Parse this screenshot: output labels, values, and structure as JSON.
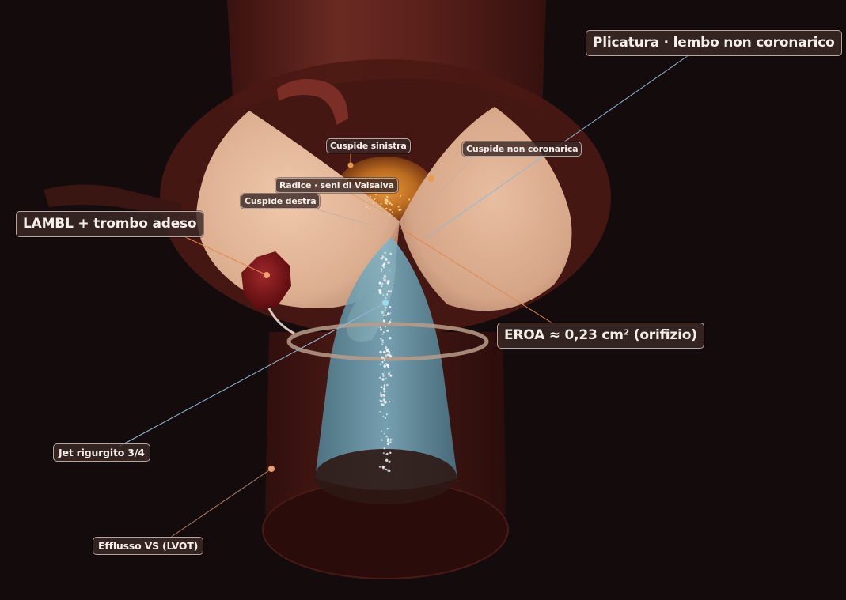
{
  "labels": {
    "plicatura": "Plicatura · lembo non coronarico",
    "lambl": "LAMBL + trombo adeso",
    "eroa": "EROA ≈ 0,23 cm² (orifizio)",
    "jet": "Jet rigurgito 3/4",
    "efflusso": "Efflusso VS (LVOT)",
    "cuspide_sinistra": "Cuspide sinistra",
    "cuspide_non_coronarica": "Cuspide non coronarica",
    "radice": "Radice · seni di Valsalva",
    "cuspide_destra": "Cuspide destra"
  },
  "colors": {
    "background": "#140c0c",
    "aorta": "#5a1e18",
    "cusp": "#e2b596",
    "jet": "#7ab8cf",
    "thrombus": "#7a1416",
    "callout_orange": "#e08a4e",
    "callout_blue": "#8fb8d6"
  }
}
